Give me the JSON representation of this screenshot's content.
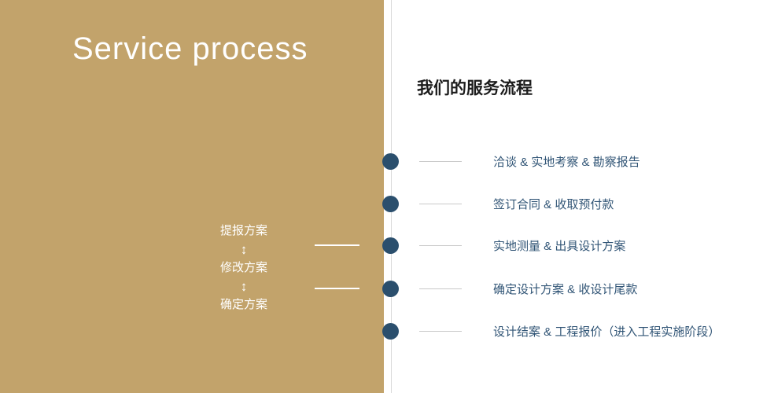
{
  "left_panel": {
    "title": "Service process",
    "flow_steps": [
      "提报方案",
      "修改方案",
      "确定方案"
    ],
    "arrow_glyph": "↕"
  },
  "right_panel": {
    "heading": "我们的服务流程",
    "steps": [
      "洽谈 & 实地考察 & 勘察报告",
      "签订合同 & 收取预付款",
      "实地测量 & 出具设计方案",
      "确定设计方案 & 收设计尾款",
      "设计结案 & 工程报价（进入工程实施阶段）"
    ]
  },
  "colors": {
    "gold_panel": "#c2a36b",
    "dot_navy": "#2b4f6d",
    "step_text_navy": "#315576",
    "dash_gray": "#c9c9c9",
    "divider_gray": "#d9d9d9"
  }
}
